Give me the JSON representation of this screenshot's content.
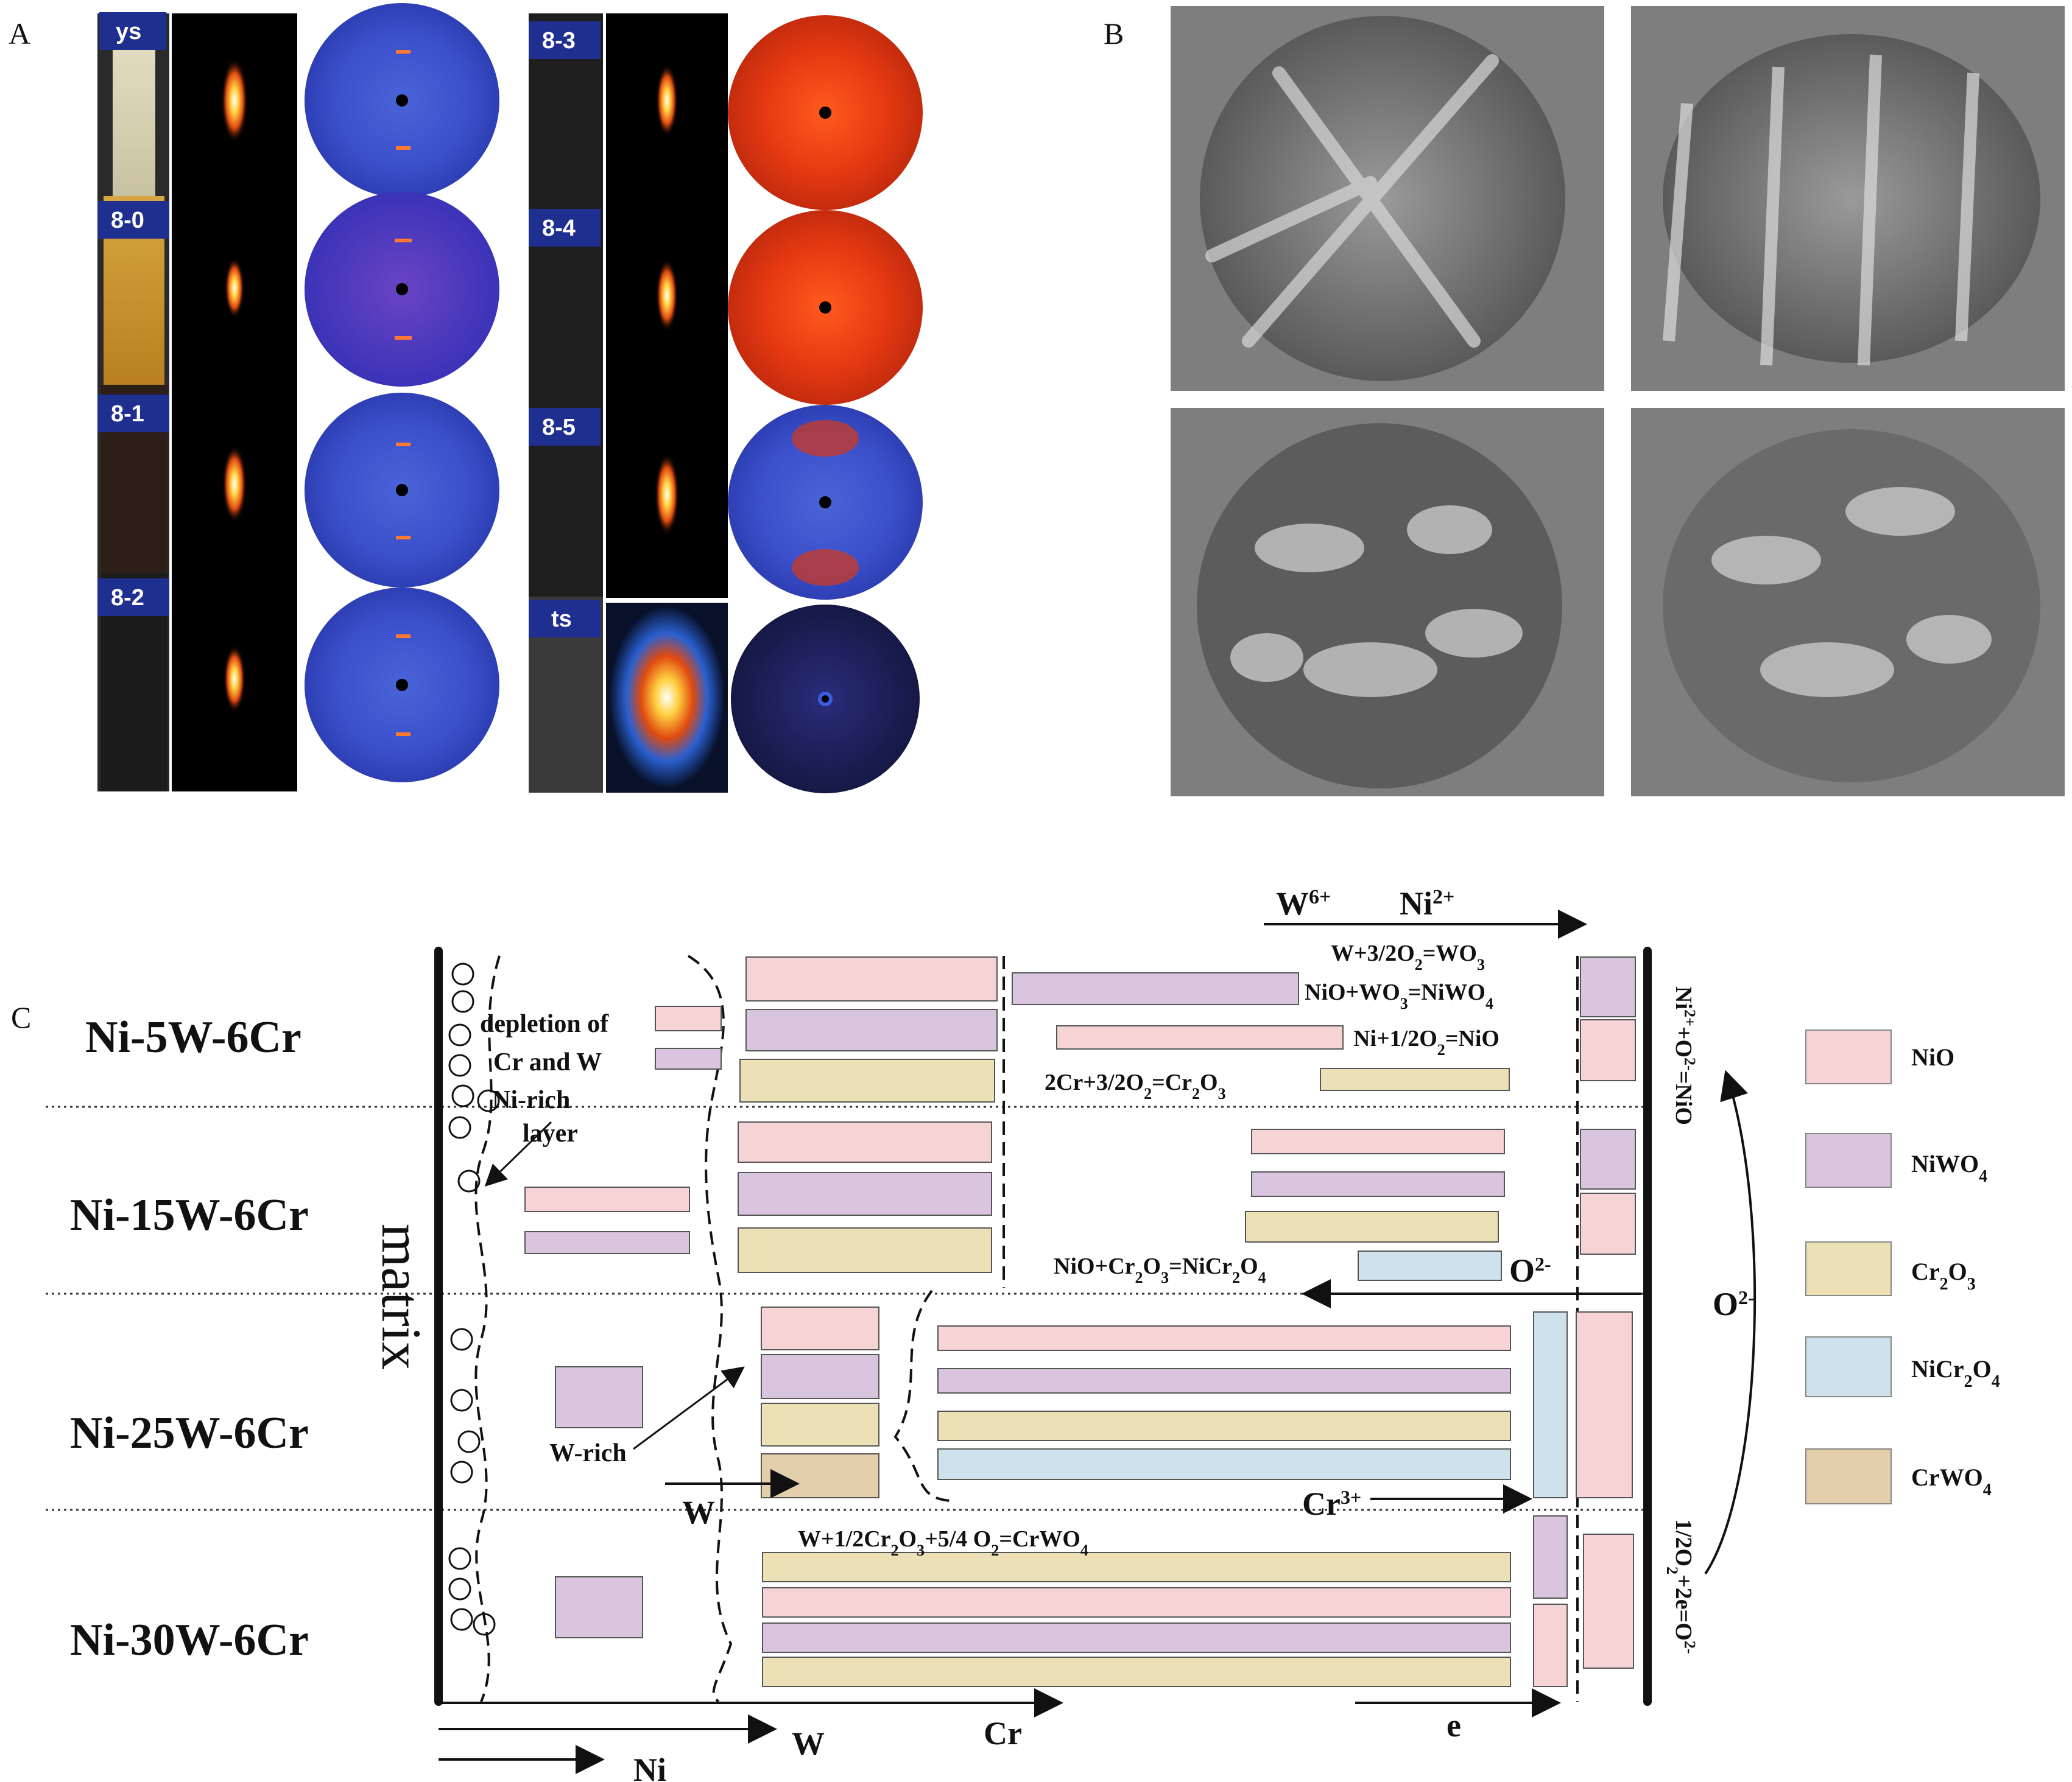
{
  "panels": {
    "a": "A",
    "b": "B",
    "c": "C"
  },
  "panel_a": {
    "left_tags": [
      "ys",
      "8-0",
      "8-1",
      "8-2"
    ],
    "right_tags": [
      "8-3",
      "8-4",
      "8-5",
      "ts"
    ]
  },
  "panel_c": {
    "rows": [
      "Ni-5W-6Cr",
      "Ni-15W-6Cr",
      "Ni-25W-6Cr",
      "Ni-30W-6Cr"
    ],
    "matrix": "matrix",
    "depletion": "depletion of",
    "depletion2": "Cr and W",
    "ni_rich1": "Ni-rich",
    "ni_rich2": "layer",
    "w_rich": "W-rich",
    "top_w": "W",
    "top_w_sup": "6+",
    "top_ni": "Ni",
    "top_ni_sup": "2+",
    "o2minus": "O",
    "o2minus_sup": "2-",
    "cr3": "Cr",
    "cr3_sup": "3+",
    "w_mid": "W",
    "arr_w": "W",
    "arr_cr": "Cr",
    "arr_ni": "Ni",
    "arr_e": "e",
    "o2_curve": "O",
    "o2_curve_sup": "2-",
    "legend": [
      "NiO",
      "NiWO4",
      "Cr2O3",
      "NiCr2O4",
      "CrWO4"
    ],
    "colors": {
      "NiO": "#f6d4d6",
      "NiWO4": "#d9c6de",
      "Cr2O3": "#ebe0b6",
      "NiCr2O4": "#cfe2ec",
      "CrWO4": "#e4cfad"
    }
  }
}
